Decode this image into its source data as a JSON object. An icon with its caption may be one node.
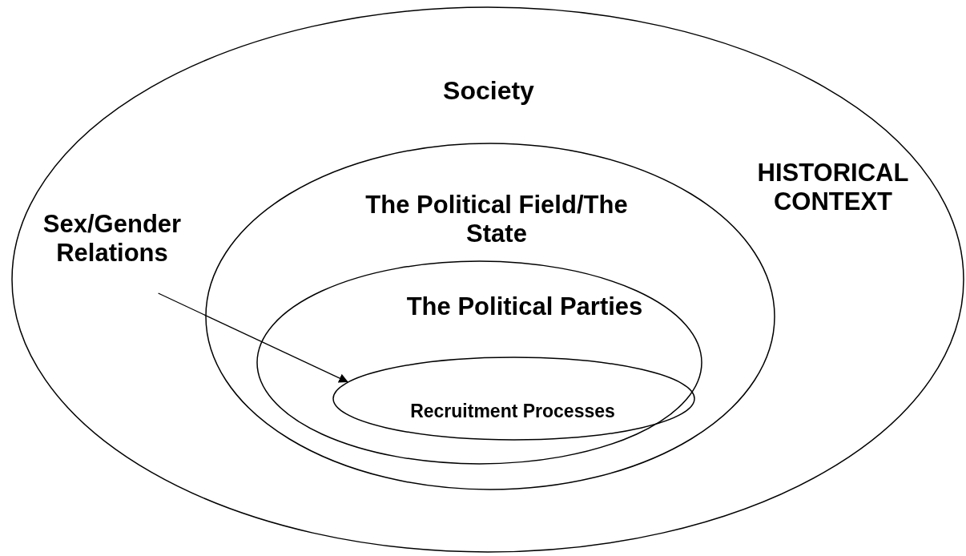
{
  "diagram": {
    "nodes": [
      {
        "text": [
          "Society",
          "HISTORICAL CONTEXT"
        ]
      },
      {
        "text": [
          "The Political Field/The State"
        ],
        "in": 0
      },
      {
        "text": [
          "The Political Parties"
        ],
        "in": 1
      },
      {
        "text": [
          "Recruitment Processes"
        ],
        "in": 2
      },
      {
        "text": [
          "Sex/Gender Relations"
        ],
        "in": 0
      }
    ],
    "edges": [
      {
        "from": 4,
        "to": 3,
        "arrow": "to"
      }
    ]
  }
}
